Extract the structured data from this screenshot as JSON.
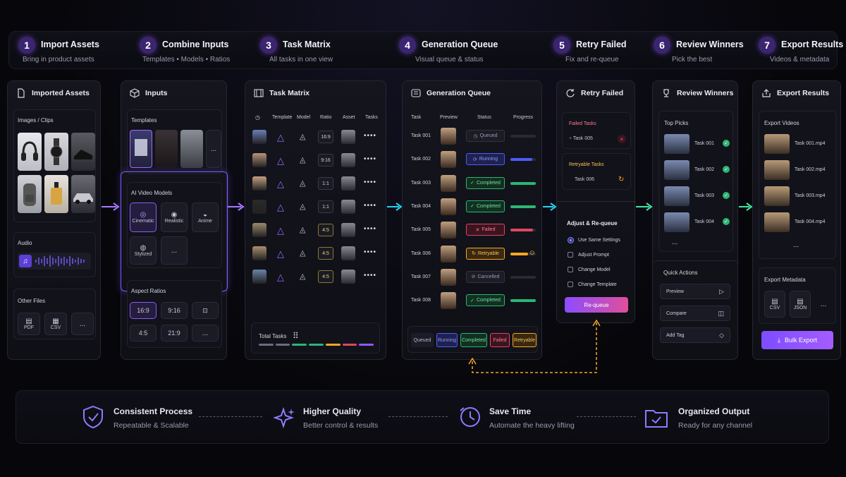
{
  "steps": [
    {
      "num": "1",
      "title": "Import Assets",
      "sub": "Bring in product assets"
    },
    {
      "num": "2",
      "title": "Combine Inputs",
      "sub": "Templates  •  Models  •  Ratios"
    },
    {
      "num": "3",
      "title": "Task Matrix",
      "sub": "All tasks in one view"
    },
    {
      "num": "4",
      "title": "Generation Queue",
      "sub": "Visual queue & status"
    },
    {
      "num": "5",
      "title": "Retry Failed",
      "sub": "Fix and re-queue"
    },
    {
      "num": "6",
      "title": "Review Winners",
      "sub": "Pick the best"
    },
    {
      "num": "7",
      "title": "Export Results",
      "sub": "Videos & metadata"
    }
  ],
  "import": {
    "title": "Imported Assets",
    "images_label": "Images / Clips",
    "audio_label": "Audio",
    "other_label": "Other Files",
    "files": [
      "PDF",
      "CSV"
    ],
    "more": "..."
  },
  "inputs": {
    "title": "Inputs",
    "templates_label": "Templates",
    "models_label": "AI Video Models",
    "models": [
      "Cinematic",
      "Realistic",
      "Anime",
      "Stylized"
    ],
    "more": "...",
    "ratios_label": "Aspect Ratios",
    "ratios": [
      "16:9",
      "9:16",
      "4:5",
      "21:9"
    ]
  },
  "matrix": {
    "title": "Task Matrix",
    "headers": [
      "Template",
      "Model",
      "Ratio",
      "Asset",
      "Tasks"
    ],
    "ratios": [
      "16:9",
      "9:16",
      "1:1",
      "1:1",
      "4:5",
      "4:5",
      "4:5"
    ],
    "dots": "••••",
    "total_label": "Total Tasks"
  },
  "queue": {
    "title": "Generation Queue",
    "headers": [
      "Task",
      "Preview",
      "Status",
      "Progress"
    ],
    "rows": [
      {
        "task": "Task 001",
        "status": "Queued",
        "kind": "queued",
        "progress": 0
      },
      {
        "task": "Task 002",
        "status": "Running",
        "kind": "running",
        "progress": 0.85
      },
      {
        "task": "Task 003",
        "status": "Completed",
        "kind": "completed",
        "progress": 1
      },
      {
        "task": "Task 004",
        "status": "Completed",
        "kind": "completed",
        "progress": 1
      },
      {
        "task": "Task 005",
        "status": "Failed",
        "kind": "failed",
        "progress": 0.9
      },
      {
        "task": "Task 006",
        "status": "Retryable",
        "kind": "retry",
        "progress": 0.7
      },
      {
        "task": "Task 007",
        "status": "Cancelled",
        "kind": "cancelled",
        "progress": 0
      },
      {
        "task": "Task 008",
        "status": "Completed",
        "kind": "completed",
        "progress": 1
      }
    ],
    "legend": [
      "Queued",
      "Running",
      "Completed",
      "Failed",
      "Retryable"
    ]
  },
  "retry": {
    "title": "Retry Failed",
    "failed_label": "Failed Tasks",
    "failed_task": "Task 005",
    "retryable_label": "Retryable Tasks",
    "retryable_task": "Task 006",
    "adjust_title": "Adjust & Re-queue",
    "options": [
      "Use Same Settings",
      "Adjust Prompt",
      "Change Model",
      "Change Template"
    ],
    "button": "Re-queue"
  },
  "review": {
    "title": "Review Winners",
    "picks_label": "Top Picks",
    "picks": [
      "Task 001",
      "Task 002",
      "Task 003",
      "Task 004"
    ],
    "more": "...",
    "actions_label": "Quick Actions",
    "actions": [
      "Preview",
      "Compare",
      "Add Tag"
    ]
  },
  "export": {
    "title": "Export Results",
    "videos_label": "Export Videos",
    "videos": [
      "Task 001.mp4",
      "Task 002.mp4",
      "Task 003.mp4",
      "Task 004.mp4"
    ],
    "more": "...",
    "meta_label": "Export Metadata",
    "meta": [
      "CSV",
      "JSON"
    ],
    "button": "Bulk Export"
  },
  "features": [
    {
      "title": "Consistent Process",
      "sub": "Repeatable & Scalable"
    },
    {
      "title": "Higher Quality",
      "sub": "Better control & results"
    },
    {
      "title": "Save Time",
      "sub": "Automate the heavy lifting"
    },
    {
      "title": "Organized Output",
      "sub": "Ready for any channel"
    }
  ],
  "colors": {
    "accent": "#8b5cf6",
    "cyan": "#22d3ee",
    "green": "#2bb673",
    "red": "#e0465e",
    "orange": "#f5a524",
    "blue": "#5b6cff"
  }
}
